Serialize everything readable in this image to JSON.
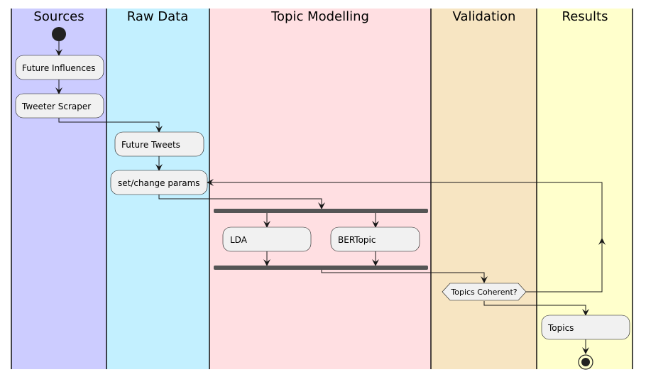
{
  "swimlanes": [
    {
      "title": "Sources",
      "color": "#ccccff"
    },
    {
      "title": "Raw Data",
      "color": "#c3f0ff"
    },
    {
      "title": "Topic Modelling",
      "color": "#ffdfe2"
    },
    {
      "title": "Validation",
      "color": "#f7e5c2"
    },
    {
      "title": "Results",
      "color": "#ffffcc"
    }
  ],
  "activities": {
    "future_influences": "Future Influences",
    "tweeter_scraper": "Tweeter Scraper",
    "future_tweets": "Future Tweets",
    "set_change_params": "set/change params",
    "lda": "LDA",
    "bertopic": "BERTopic",
    "topics": "Topics"
  },
  "decision": {
    "label": "Topics Coherent?"
  },
  "colors": {
    "activity_fill": "#f1f1f1",
    "stroke": "#181818",
    "fork_bar": "#555555",
    "start_node": "#222222"
  }
}
